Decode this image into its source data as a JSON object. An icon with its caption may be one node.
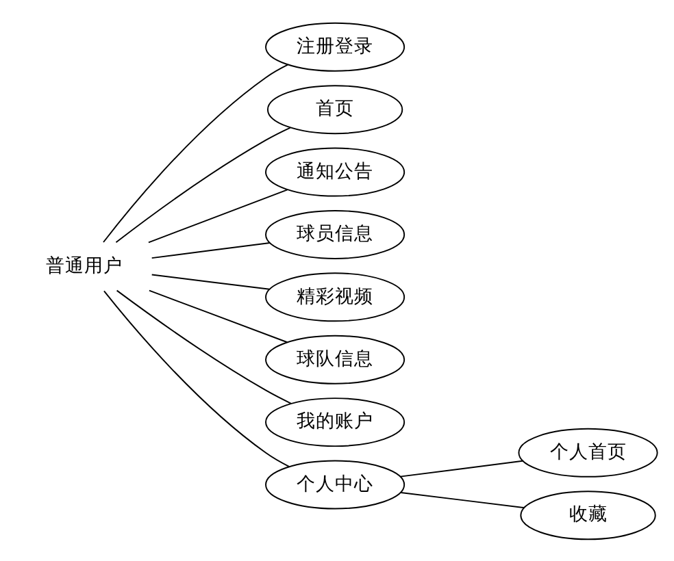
{
  "diagram": {
    "nodes": [
      {
        "text": [
          "普通用户"
        ]
      },
      {
        "text": [
          "注册登录"
        ]
      },
      {
        "text": [
          "首页"
        ]
      },
      {
        "text": [
          "通知公告"
        ]
      },
      {
        "text": [
          "球员信息"
        ]
      },
      {
        "text": [
          "精彩视频"
        ]
      },
      {
        "text": [
          "球队信息"
        ]
      },
      {
        "text": [
          "我的账户"
        ]
      },
      {
        "text": [
          "个人中心"
        ]
      },
      {
        "text": [
          "个人首页"
        ]
      },
      {
        "text": [
          "收藏"
        ]
      }
    ],
    "edges": [
      {
        "from": 0,
        "to": 1,
        "arrow": "none"
      },
      {
        "from": 0,
        "to": 2,
        "arrow": "none"
      },
      {
        "from": 0,
        "to": 3,
        "arrow": "none"
      },
      {
        "from": 0,
        "to": 4,
        "arrow": "none"
      },
      {
        "from": 0,
        "to": 5,
        "arrow": "none"
      },
      {
        "from": 0,
        "to": 6,
        "arrow": "none"
      },
      {
        "from": 0,
        "to": 7,
        "arrow": "none"
      },
      {
        "from": 0,
        "to": 8,
        "arrow": "none"
      },
      {
        "from": 8,
        "to": 9,
        "arrow": "none"
      },
      {
        "from": 8,
        "to": 10,
        "arrow": "none"
      }
    ]
  }
}
